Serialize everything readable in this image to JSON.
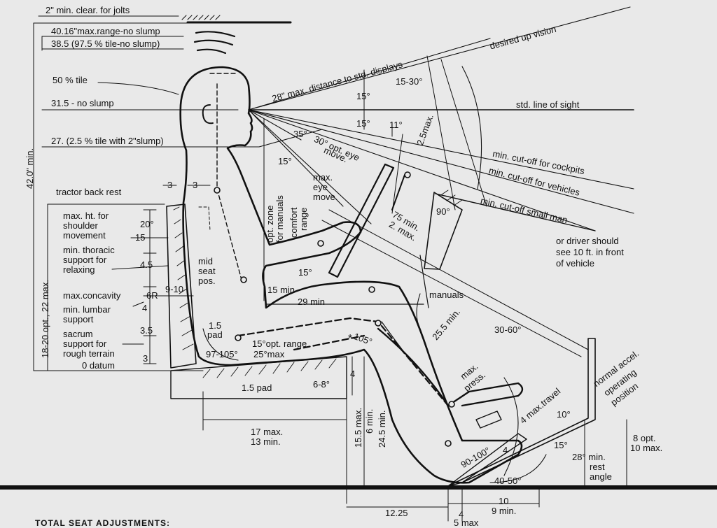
{
  "colors": {
    "paper": "#e9e9e9",
    "ink": "#111111"
  },
  "labels": {
    "clear_jolts": "2\" min. clear. for jolts",
    "max_range": "40.16\"max.range-no slump",
    "p975": "38.5 (97.5 % tile-no slump)",
    "p50": "50 % tile",
    "no_slump": "31.5 - no slump",
    "p25": "27. (2.5 % tile with 2\"slump)",
    "height_min": "42.0\" min.",
    "tractor": "tractor back rest",
    "d3a": "3",
    "d3b": "3",
    "max_ht_1": "max. ht. for",
    "max_ht_2": "shoulder",
    "max_ht_3": "movement",
    "thoracic_1": "min. thoracic",
    "thoracic_2": "support for",
    "thoracic_3": "relaxing",
    "concavity": "max.concavity",
    "lumbar_1": "min. lumbar",
    "lumbar_2": "support",
    "sacrum_1": "sacrum",
    "sacrum_2": "support for",
    "sacrum_3": "rough terrain",
    "datum": "0 datum",
    "v15": "15",
    "v45": "4.5",
    "v6r": "6R",
    "v4": "4",
    "v35": "3.5",
    "v3": "3",
    "opt_range": "18-20 opt.,  22 max.",
    "a20": "20°",
    "d9_10": "9-10",
    "mid_1": "mid",
    "mid_2": "seat",
    "mid_3": "pos.",
    "pad15a_1": "1.5",
    "pad15a_2": "pad",
    "a97_105": "97-105°",
    "pad15b": "1.5 pad",
    "a6_8": "6-8°",
    "d4_seat": "4",
    "d17": "17 max.",
    "d13": "13 min.",
    "d155": "15.5 max.",
    "d6": "6 min.",
    "d245": "24.5 min.",
    "d1225": "12.25",
    "d4_foot": "4",
    "d5max": "5 max",
    "d10": "10",
    "d9min": "9 min.",
    "a40_50": "40-50°",
    "a90_100": "90-100°",
    "d4_ped": "4",
    "max_press_1": "max.",
    "max_press_2": "press.",
    "max_travel": "4  max.travel",
    "a10": "10°",
    "a15_pedal": "15°",
    "a28_1": "28° min.",
    "a28_2": "rest",
    "a28_3": "angle",
    "d8_1": "8 opt.",
    "d8_2": "10 max.",
    "accel_1": "normal accel.",
    "accel_2": "operating",
    "accel_3": "position",
    "a15_opt": "15°opt. range",
    "a25max": "25°max",
    "a105": "105°",
    "star": "*",
    "d15min": "15 min",
    "d29min": "29 min",
    "d255": "25.5 min.",
    "a30_60": "30-60°",
    "manuals": "manuals",
    "d75_1": "75 min.",
    "d75_2": "2. max.",
    "a90": "90°",
    "a15_arm": "15°",
    "opt_zone_1": "opt. zone",
    "opt_zone_2": "for manuals",
    "comfort_1": "comfort",
    "comfort_2": "range",
    "eye_move_1": "max.",
    "eye_move_2": "eye",
    "eye_move_3": "move.",
    "a35": "35°",
    "opt_eye_1": "30° opt. eye",
    "opt_eye_2": "move.",
    "a15_eye": "15°",
    "a15_up": "15°",
    "a15_mid": "15°",
    "a11": "11°",
    "d25max": "2.5max.",
    "a15_30": "15-30°",
    "max_dist": "28\" max. distance to std. displays",
    "desired_up": "desired up vision",
    "std_sight": "std. line of sight",
    "cutoff_cockpit": "min. cut-off  for cockpits",
    "cutoff_vehicle": "min. cut-off for vehicles",
    "cutoff_small": "min. cut-off  small man",
    "driver_1": "or driver should",
    "driver_2": "see  10 ft. in front",
    "driver_3": "of vehicle",
    "total_seat": "TOTAL SEAT ADJUSTMENTS:"
  }
}
